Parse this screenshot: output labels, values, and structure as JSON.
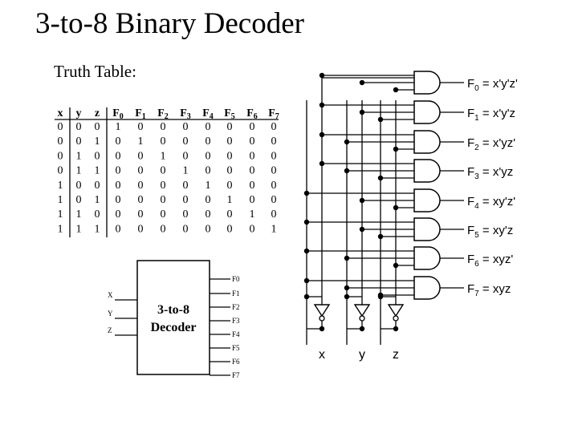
{
  "title": "3-to-8  Binary Decoder",
  "subtitle": "Truth Table:",
  "truth_table": {
    "headers": [
      {
        "base": "x",
        "sub": ""
      },
      {
        "base": "y",
        "sub": ""
      },
      {
        "base": "z",
        "sub": ""
      },
      {
        "base": "F",
        "sub": "0"
      },
      {
        "base": "F",
        "sub": "1"
      },
      {
        "base": "F",
        "sub": "2"
      },
      {
        "base": "F",
        "sub": "3"
      },
      {
        "base": "F",
        "sub": "4"
      },
      {
        "base": "F",
        "sub": "5"
      },
      {
        "base": "F",
        "sub": "6"
      },
      {
        "base": "F",
        "sub": "7"
      }
    ],
    "rows": [
      [
        "0",
        "0",
        "0",
        "1",
        "0",
        "0",
        "0",
        "0",
        "0",
        "0",
        "0"
      ],
      [
        "0",
        "0",
        "1",
        "0",
        "1",
        "0",
        "0",
        "0",
        "0",
        "0",
        "0"
      ],
      [
        "0",
        "1",
        "0",
        "0",
        "0",
        "1",
        "0",
        "0",
        "0",
        "0",
        "0"
      ],
      [
        "0",
        "1",
        "1",
        "0",
        "0",
        "0",
        "1",
        "0",
        "0",
        "0",
        "0"
      ],
      [
        "1",
        "0",
        "0",
        "0",
        "0",
        "0",
        "0",
        "1",
        "0",
        "0",
        "0"
      ],
      [
        "1",
        "0",
        "1",
        "0",
        "0",
        "0",
        "0",
        "0",
        "1",
        "0",
        "0"
      ],
      [
        "1",
        "1",
        "0",
        "0",
        "0",
        "0",
        "0",
        "0",
        "0",
        "1",
        "0"
      ],
      [
        "1",
        "1",
        "1",
        "0",
        "0",
        "0",
        "0",
        "0",
        "0",
        "0",
        "1"
      ]
    ]
  },
  "block": {
    "label_line1": "3-to-8",
    "label_line2": "Decoder",
    "inputs": [
      "X",
      "Y",
      "Z"
    ],
    "outputs": [
      "F0",
      "F1",
      "F2",
      "F3",
      "F4",
      "F5",
      "F6",
      "F7"
    ]
  },
  "circuit": {
    "outputs": [
      {
        "pre": "F",
        "sub": "0",
        "eq": " = x'y'z'"
      },
      {
        "pre": "F",
        "sub": "1",
        "eq": " = x'y'z"
      },
      {
        "pre": "F",
        "sub": "2",
        "eq": " = x'yz'"
      },
      {
        "pre": "F",
        "sub": "3",
        "eq": " = x'yz"
      },
      {
        "pre": "F",
        "sub": "4",
        "eq": " = xy'z'"
      },
      {
        "pre": "F",
        "sub": "5",
        "eq": " = xy'z"
      },
      {
        "pre": "F",
        "sub": "6",
        "eq": " = xyz'"
      },
      {
        "pre": "F",
        "sub": "7",
        "eq": " = xyz"
      }
    ],
    "inputs": [
      "x",
      "y",
      "z"
    ]
  }
}
